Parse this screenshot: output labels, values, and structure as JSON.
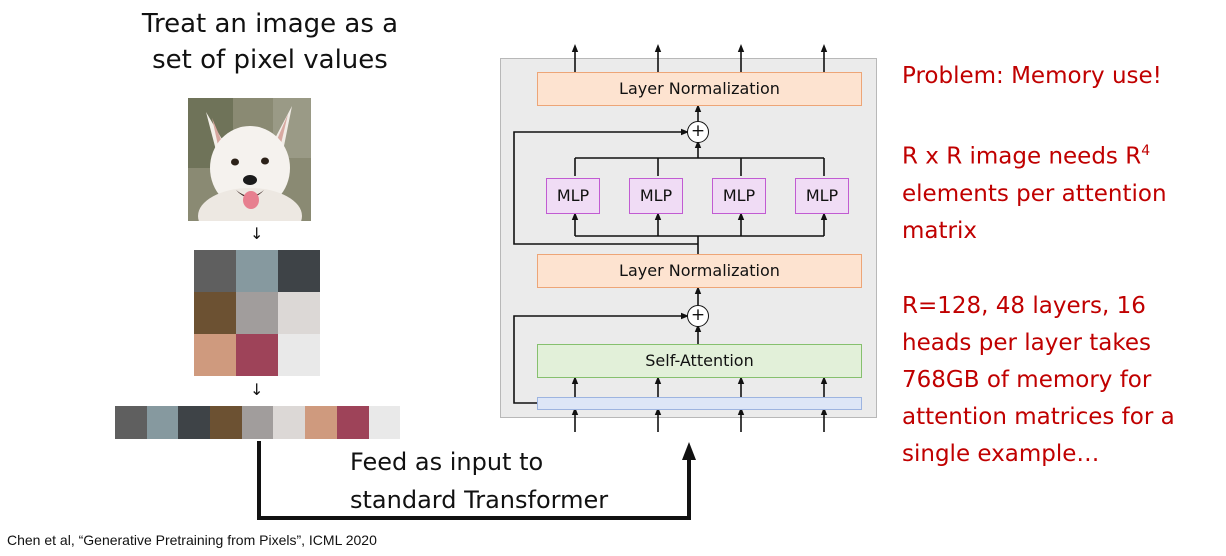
{
  "left_title": {
    "line1": "Treat an image as a",
    "line2": "set of pixel values"
  },
  "pixel_grid": {
    "colors": [
      "#5f5f5f",
      "#86999f",
      "#3e4347",
      "#6c5132",
      "#a19d9c",
      "#dcd8d6",
      "#cf9a7e",
      "#9e4359",
      "#e9e9e9"
    ]
  },
  "pixel_strip": {
    "colors": [
      "#5f5f5f",
      "#86999f",
      "#3e4347",
      "#6c5132",
      "#a19d9c",
      "#dcd8d6",
      "#cf9a7e",
      "#9e4359",
      "#e9e9e9"
    ]
  },
  "transformer": {
    "top_layer_norm": "Layer Normalization",
    "mid_layer_norm": "Layer Normalization",
    "self_attention": "Self-Attention",
    "mlp_labels": [
      "MLP",
      "MLP",
      "MLP",
      "MLP"
    ],
    "plus_symbol": "+"
  },
  "feed_text": {
    "line1": "Feed as input to",
    "line2": "standard Transformer"
  },
  "right_text": {
    "problem": "Problem: Memory use!",
    "need_line1_prefix": "R x R image needs R",
    "need_line1_sup": "4",
    "need_line2": "elements per attention",
    "need_line3": "matrix",
    "example_lines": [
      "R=128, 48 layers, 16",
      "heads per layer takes",
      "768GB of memory for",
      "attention matrices for a",
      "single example…"
    ]
  },
  "citation": "Chen et al, “Generative Pretraining from Pixels”, ICML 2020",
  "colors": {
    "red_text": "#c00000",
    "layer_norm_fill": "#fde3d0",
    "self_attention_fill": "#e2f0d9",
    "mlp_fill": "#f0dcf5",
    "embedding_fill": "#dde6f7"
  }
}
